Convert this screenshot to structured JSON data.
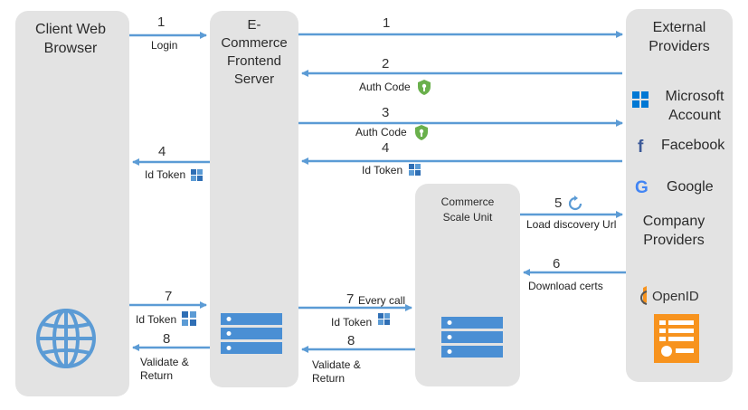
{
  "panels": {
    "client": "Client Web Browser",
    "frontend": "E-Commerce Frontend Server",
    "csu": "Commerce Scale Unit",
    "external": "External Providers",
    "company": "Company Providers"
  },
  "providers": {
    "microsoft": "Microsoft Account",
    "facebook": "Facebook",
    "google": "Google",
    "openid": "OpenID"
  },
  "steps": {
    "s1_left_num": "1",
    "s1_left_label": "Login",
    "s1_right_num": "1",
    "s2_num": "2",
    "s2_label": "Auth Code",
    "s3_num": "3",
    "s3_label": "Auth Code",
    "s4_right_num": "4",
    "s4_right_label": "Id Token",
    "s4_left_num": "4",
    "s4_left_label": "Id Token",
    "s5_num": "5",
    "s5_label": "Load discovery Url",
    "s6_num": "6",
    "s6_label": "Download certs",
    "s7_left_num": "7",
    "s7_left_label": "Id Token",
    "s7_right_num": "7",
    "s7_right_extra": "Every call",
    "s7_right_label": "Id Token",
    "s8_left_num": "8",
    "s8_left_label": "Validate & Return",
    "s8_right_num": "8",
    "s8_right_label": "Validate & Return"
  },
  "colors": {
    "arrow": "#5b9bd5",
    "panel": "#e3e3e3",
    "server": "#4a8fd4",
    "shield": "#6ab04c",
    "google_g": "#4285f4",
    "openid_orange": "#f7931e"
  }
}
